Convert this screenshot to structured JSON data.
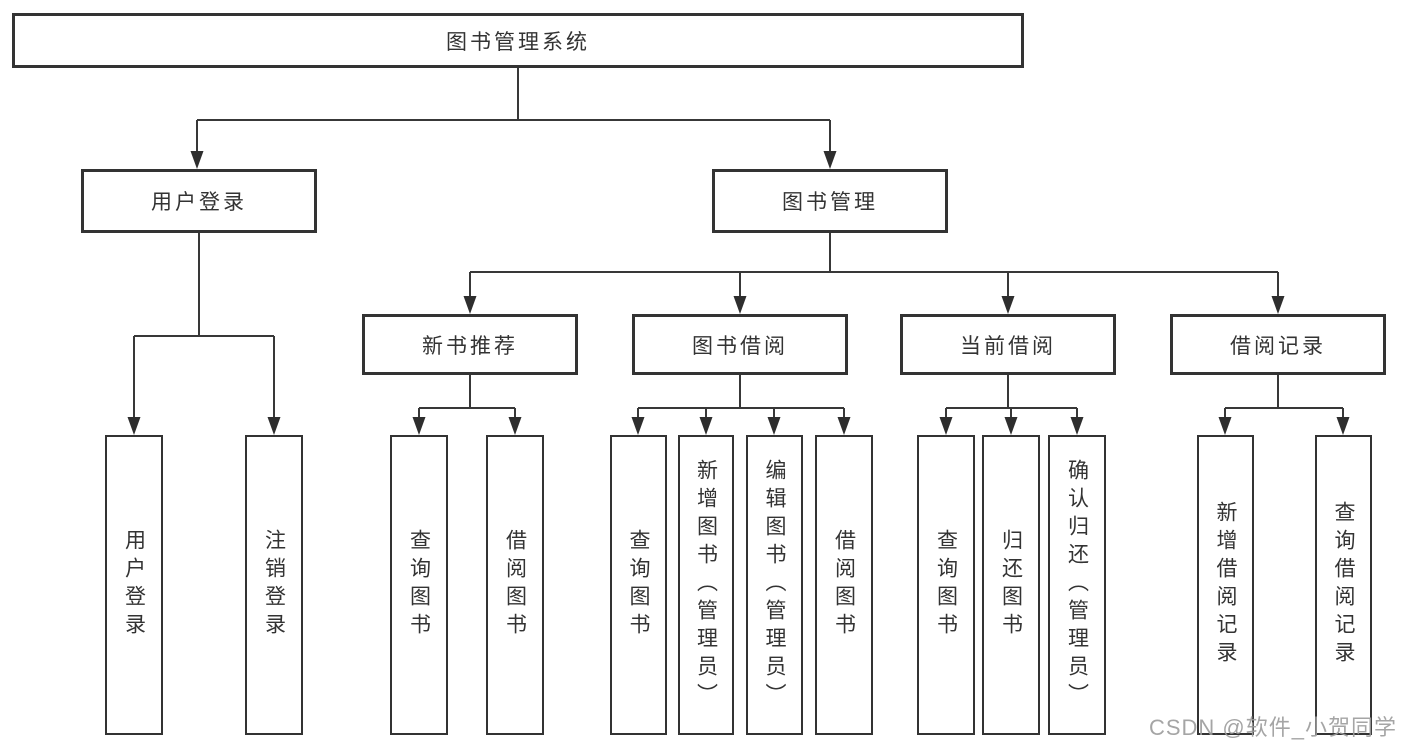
{
  "tree": {
    "label": "图书管理系统",
    "children": [
      {
        "label": "用户登录",
        "children": [
          {
            "label": "用户登录"
          },
          {
            "label": "注销登录"
          }
        ]
      },
      {
        "label": "图书管理",
        "children": [
          {
            "label": "新书推荐",
            "children": [
              {
                "label": "查询图书"
              },
              {
                "label": "借阅图书"
              }
            ]
          },
          {
            "label": "图书借阅",
            "children": [
              {
                "label": "查询图书"
              },
              {
                "label": "新增图书（管理员）"
              },
              {
                "label": "编辑图书（管理员）"
              },
              {
                "label": "借阅图书"
              }
            ]
          },
          {
            "label": "当前借阅",
            "children": [
              {
                "label": "查询图书"
              },
              {
                "label": "归还图书"
              },
              {
                "label": "确认归还（管理员）"
              }
            ]
          },
          {
            "label": "借阅记录",
            "children": [
              {
                "label": "新增借阅记录"
              },
              {
                "label": "查询借阅记录"
              }
            ]
          }
        ]
      }
    ]
  },
  "watermark": {
    "text": "CSDN @软件_小贺同学"
  },
  "colors": {
    "box_border": "#333333",
    "line": "#383838",
    "text": "#333333",
    "background": "#ffffff",
    "watermark": "#9c9c9c"
  }
}
